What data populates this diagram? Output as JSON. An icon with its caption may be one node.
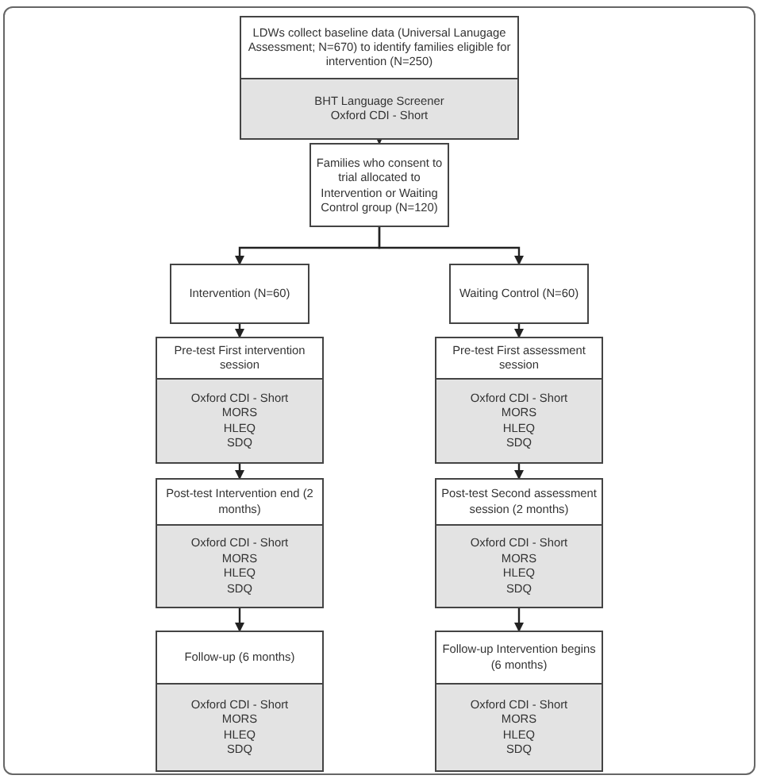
{
  "diagram": {
    "nodes": [
      {
        "text": [
          "LDWs collect baseline data (Universal Lanugage Assessment; N=670) to identify families eligible for intervention (N=250)",
          "BHT Language Screener",
          "Oxford CDI - Short"
        ]
      },
      {
        "text": [
          "Families who consent to trial allocated to Intervention or Waiting Control group (N=120)"
        ]
      },
      {
        "text": [
          "Intervention (N=60)"
        ]
      },
      {
        "text": [
          "Waiting Control (N=60)"
        ]
      },
      {
        "text": [
          "Pre-test First intervention session",
          "Oxford CDI - Short",
          "MORS",
          "HLEQ",
          "SDQ"
        ]
      },
      {
        "text": [
          "Pre-test First assessment session",
          "Oxford CDI - Short",
          "MORS",
          "HLEQ",
          "SDQ"
        ]
      },
      {
        "text": [
          "Post-test Intervention end (2 months)",
          "Oxford CDI - Short",
          "MORS",
          "HLEQ",
          "SDQ"
        ]
      },
      {
        "text": [
          "Post-test Second assessment session (2 months)",
          "Oxford CDI - Short",
          "MORS",
          "HLEQ",
          "SDQ"
        ]
      },
      {
        "text": [
          "Follow-up (6 months)",
          "Oxford CDI - Short",
          "MORS",
          "HLEQ",
          "SDQ"
        ]
      },
      {
        "text": [
          "Follow-up Intervention begins (6 months)",
          "Oxford CDI - Short",
          "MORS",
          "HLEQ",
          "SDQ"
        ]
      }
    ],
    "edges": [
      {
        "from": 0,
        "to": 1,
        "arrow": "to"
      },
      {
        "from": 1,
        "to": 2,
        "arrow": "to"
      },
      {
        "from": 1,
        "to": 3,
        "arrow": "to"
      },
      {
        "from": 2,
        "to": 4,
        "arrow": "to"
      },
      {
        "from": 4,
        "to": 6,
        "arrow": "to"
      },
      {
        "from": 6,
        "to": 8,
        "arrow": "to"
      },
      {
        "from": 3,
        "to": 5,
        "arrow": "to"
      },
      {
        "from": 5,
        "to": 7,
        "arrow": "to"
      },
      {
        "from": 7,
        "to": 9,
        "arrow": "to"
      }
    ]
  }
}
